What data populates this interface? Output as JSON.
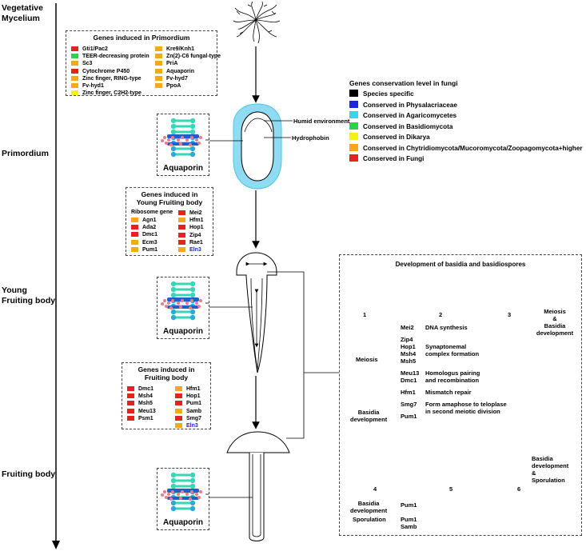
{
  "stages": {
    "vegetative": "Vegetative\nMycelium",
    "primordium": "Primordium",
    "young": "Young\nFruiting body",
    "fruiting": "Fruiting body"
  },
  "primordium_box": {
    "title": "Genes induced in Primordium",
    "col1": [
      {
        "name": "Gti1/Pac2",
        "color": "#e8201f"
      },
      {
        "name": "TEER-decreasing protein",
        "color": "#2fd04a"
      },
      {
        "name": "Sc3",
        "color": "#f5a91a"
      },
      {
        "name": "Cytochrome P450",
        "color": "#e8201f"
      },
      {
        "name": "Zinc finger, RING-type",
        "color": "#f5a91a"
      },
      {
        "name": "Fv-hyd1",
        "color": "#f5a91a"
      },
      {
        "name": "Zinc finger, C2H2-type",
        "color": "#f7ee22"
      }
    ],
    "col2": [
      {
        "name": "Kre9/Knh1",
        "color": "#f5a91a"
      },
      {
        "name": "Zn(2)-C6 fungal-type",
        "color": "#f5a91a"
      },
      {
        "name": "PriA",
        "color": "#f5a91a"
      },
      {
        "name": "Aquaporin",
        "color": "#f5a91a"
      },
      {
        "name": "Fv-hyd7",
        "color": "#f5a91a"
      },
      {
        "name": "PpoA",
        "color": "#f5a91a"
      }
    ]
  },
  "young_box": {
    "title": "Genes induced in\nYoung Fruiting body",
    "subtitle": "Ribosome gene",
    "col1": [
      {
        "name": "Agn1",
        "color": "#f5a91a"
      },
      {
        "name": "Ada2",
        "color": "#e8201f"
      },
      {
        "name": "Dmc1",
        "color": "#e8201f"
      },
      {
        "name": "Ecm3",
        "color": "#f5a91a"
      },
      {
        "name": "Pum1",
        "color": "#f5a91a"
      }
    ],
    "col2": [
      {
        "name": "Mei2",
        "color": "#e8201f"
      },
      {
        "name": "Hfm1",
        "color": "#f5a91a"
      },
      {
        "name": "Hop1",
        "color": "#e8201f"
      },
      {
        "name": "Zip4",
        "color": "#e8201f"
      },
      {
        "name": "Rae1",
        "color": "#e8201f"
      },
      {
        "name": "Eln3",
        "color": "#f5a91a",
        "text_color": "#1a2bd1"
      }
    ]
  },
  "fruiting_box": {
    "title": "Genes induced in\nFruiting body",
    "col1": [
      {
        "name": "Dmc1",
        "color": "#e8201f"
      },
      {
        "name": "Msh4",
        "color": "#e8201f"
      },
      {
        "name": "Msh5",
        "color": "#e8201f"
      },
      {
        "name": "Meu13",
        "color": "#e8201f"
      },
      {
        "name": "Psm1",
        "color": "#e8201f"
      }
    ],
    "col2": [
      {
        "name": "Hfm1",
        "color": "#f5a91a"
      },
      {
        "name": "Hop1",
        "color": "#e8201f"
      },
      {
        "name": "Pum1",
        "color": "#e8201f"
      },
      {
        "name": "Samb",
        "color": "#f5a91a"
      },
      {
        "name": "Smg7",
        "color": "#e8201f"
      },
      {
        "name": "Eln3",
        "color": "#f5a91a",
        "text_color": "#1a2bd1"
      }
    ]
  },
  "legend": {
    "title": "Genes conservation level in fungi",
    "items": [
      {
        "label": "Species specific",
        "color": "#000000"
      },
      {
        "label": "Conserved in Physalacriaceae",
        "color": "#1a2bd1"
      },
      {
        "label": "Conserved in Agaricomycetes",
        "color": "#36d6f0"
      },
      {
        "label": "Conserved in Basidiomycota",
        "color": "#2fd04a"
      },
      {
        "label": "Conserved in Dikarya",
        "color": "#f7ee22"
      },
      {
        "label": "Conserved in Chytridiomycota/Mucoromycota/Zoopagomycota+higher",
        "color": "#f5a91a"
      },
      {
        "label": "Conserved in Fungi",
        "color": "#e8201f"
      }
    ]
  },
  "annotations": {
    "humid": "Humid environment",
    "hydrophobin": "Hydrophobin",
    "aquaporin": "Aquaporin"
  },
  "development": {
    "title": "Development of basidia and basidiospores",
    "stage_nums": [
      "1",
      "2",
      "3",
      "4",
      "5",
      "6"
    ],
    "meiosis_side": "Meiosis\n&\nBasidia\ndevelopment",
    "basidia_side": "Basidia\ndevelopment\n&\nSporulation",
    "meiosis_label": "Meiosis",
    "basidia_label": "Basidia\ndevelopment",
    "sporulation_label": "Sporulation",
    "meiosis_genes": [
      {
        "genes": "Mei2",
        "desc": "DNA synthesis"
      },
      {
        "genes": "Zip4\nHop1\nMsh4\nMsh5",
        "desc": "\nSynaptonemal\ncomplex formation"
      },
      {
        "genes": "Meu13\nDmc1",
        "desc": "Homologus pairing\nand recombination"
      },
      {
        "genes": "Hfm1",
        "desc": "Mismatch repair"
      },
      {
        "genes": "Smg7",
        "desc": "Form amaphose to teloplase\nin second meiotic division"
      }
    ],
    "basidia_genes_1": "Pum1",
    "basidia_genes_2": "Pum1",
    "sporulation_genes": "Pum1\nSamb"
  }
}
